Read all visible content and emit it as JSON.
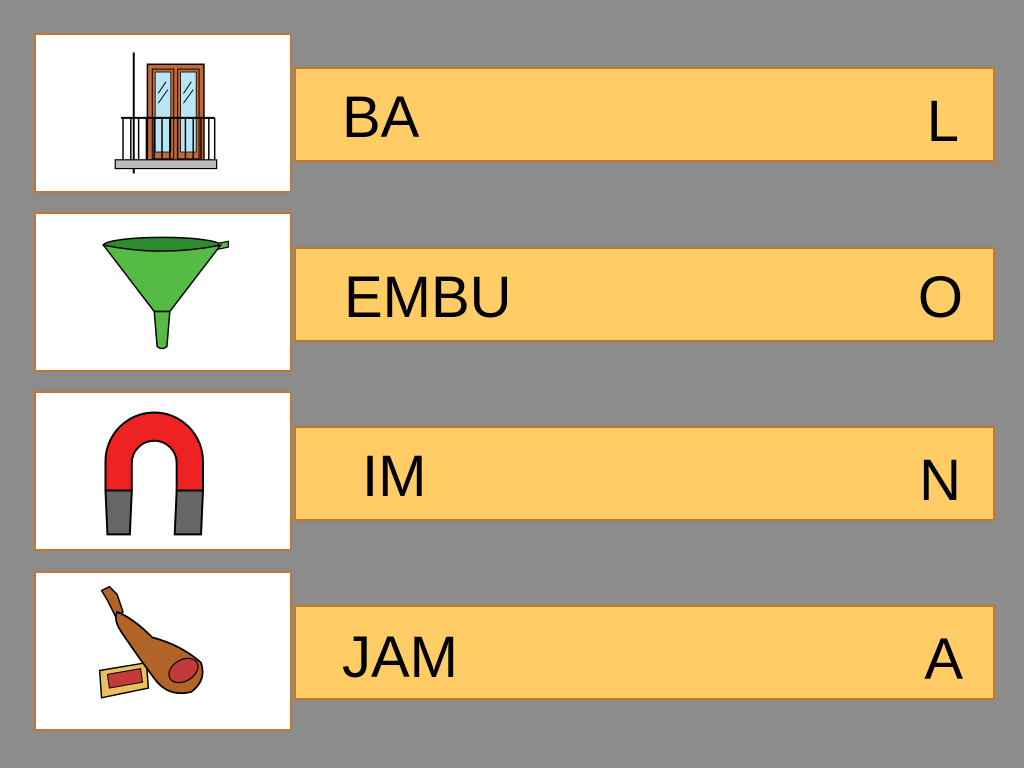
{
  "exercise": {
    "rows": [
      {
        "image_icon": "balcony-icon",
        "word_start": "BA",
        "word_end": "L"
      },
      {
        "image_icon": "funnel-icon",
        "word_start": "EMBU",
        "word_end": "O"
      },
      {
        "image_icon": "magnet-icon",
        "word_start": "IM",
        "word_end": "N"
      },
      {
        "image_icon": "ham-icon",
        "word_start": "JAM",
        "word_end": "A"
      }
    ]
  },
  "colors": {
    "background": "#8c8c8c",
    "card_fill": "#ffffff",
    "bar_fill": "#ffcc66",
    "border": "#c07830",
    "funnel": "#55bb44",
    "magnet_red": "#ee2222",
    "magnet_grey": "#666666",
    "ham": "#b06428"
  }
}
